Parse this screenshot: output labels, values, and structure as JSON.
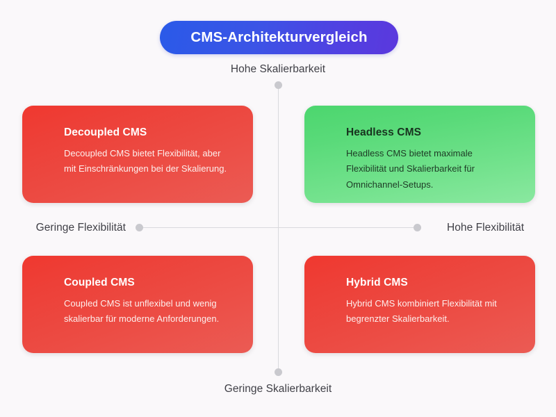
{
  "header": {
    "title": "CMS-Architekturvergleich"
  },
  "axes": {
    "top_label": "Hohe Skalierbarkeit",
    "bottom_label": "Geringe Skalierbarkeit",
    "left_label": "Geringe Flexibilität",
    "right_label": "Hohe Flexibilität"
  },
  "chart_data": {
    "type": "scatter",
    "title": "CMS-Architekturvergleich",
    "xlabel": "Flexibilität",
    "ylabel": "Skalierbarkeit",
    "x_axis_low": "Geringe Flexibilität",
    "x_axis_high": "Hohe Flexibilität",
    "y_axis_low": "Geringe Skalierbarkeit",
    "y_axis_high": "Hohe Skalierbarkeit",
    "grid": false,
    "legend": "none",
    "quadrants": [
      {
        "position": "top-left",
        "name": "Decoupled CMS",
        "description": "Decoupled CMS bietet Flexibilität, aber mit Einschränkungen bei der Skalierung.",
        "flexibility": "low",
        "scalability": "high",
        "color": "#ec4a42"
      },
      {
        "position": "top-right",
        "name": "Headless CMS",
        "description": "Headless CMS bietet maximale Flexibilität und Skalierbarkeit für Omnichannel-Setups.",
        "flexibility": "high",
        "scalability": "high",
        "color": "#6ade88"
      },
      {
        "position": "bottom-left",
        "name": "Coupled CMS",
        "description": "Coupled CMS ist unflexibel und wenig skalierbar für moderne Anforderungen.",
        "flexibility": "low",
        "scalability": "low",
        "color": "#ec4a42"
      },
      {
        "position": "bottom-right",
        "name": "Hybrid CMS",
        "description": "Hybrid CMS kombiniert Flexibilität mit begrenzter Skalierbarkeit.",
        "flexibility": "high",
        "scalability": "low",
        "color": "#ec4a42"
      }
    ]
  },
  "colors": {
    "background": "#faf8fa",
    "title_gradient_start": "#2a5ae8",
    "title_gradient_end": "#5b38dd",
    "axis_line": "#d9d9dd",
    "axis_dot": "#c9c9ce",
    "card_red": "#ec4a42",
    "card_green": "#6ade88"
  }
}
